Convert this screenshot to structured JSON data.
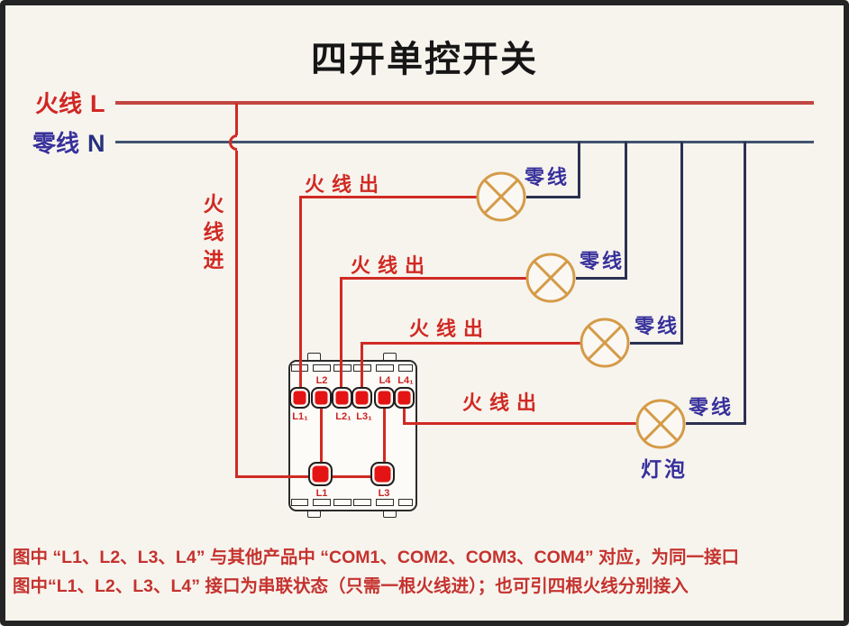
{
  "title": "四开单控开关",
  "legend": {
    "live_label": "火线",
    "live_letter": "L",
    "neutral_label": "零线",
    "neutral_letter": "N"
  },
  "annotations": {
    "live_in": "火\n线\n进",
    "live_out": [
      "火线出",
      "火线出",
      "火线出",
      "火线出"
    ],
    "neutral": [
      "零线",
      "零线",
      "零线",
      "零线"
    ],
    "bulb": "灯泡"
  },
  "switch": {
    "above": {
      "t2": "L2",
      "t5": "L4",
      "t6": "L4₁"
    },
    "below": {
      "t1": "L1₁",
      "t3": "L2₁",
      "t4": "L3₁"
    },
    "bottom": {
      "left": "L1",
      "right": "L3"
    }
  },
  "footnote": {
    "lines": [
      "图中 “L1、L2、L3、L4” 与其他产品中 “COM1、COM2、COM3、COM4” 对应，为同一接口",
      "图中“L1、L2、L3、L4” 接口为串联状态（只需一根火线进）；也可引四根火线分别接入"
    ]
  },
  "colors": {
    "live_line": "#c24540",
    "neutral_line": "#41536f",
    "wire_red": "#d02a23",
    "wire_blue": "#2b3150",
    "label_red": "#d02724",
    "label_indigo": "#37309b",
    "lamp_stroke": "#d49b48",
    "terminal_fill": "#e41414",
    "footnote_red": "#c5322e",
    "background": "#f7f4ee",
    "frame": "#242424"
  }
}
